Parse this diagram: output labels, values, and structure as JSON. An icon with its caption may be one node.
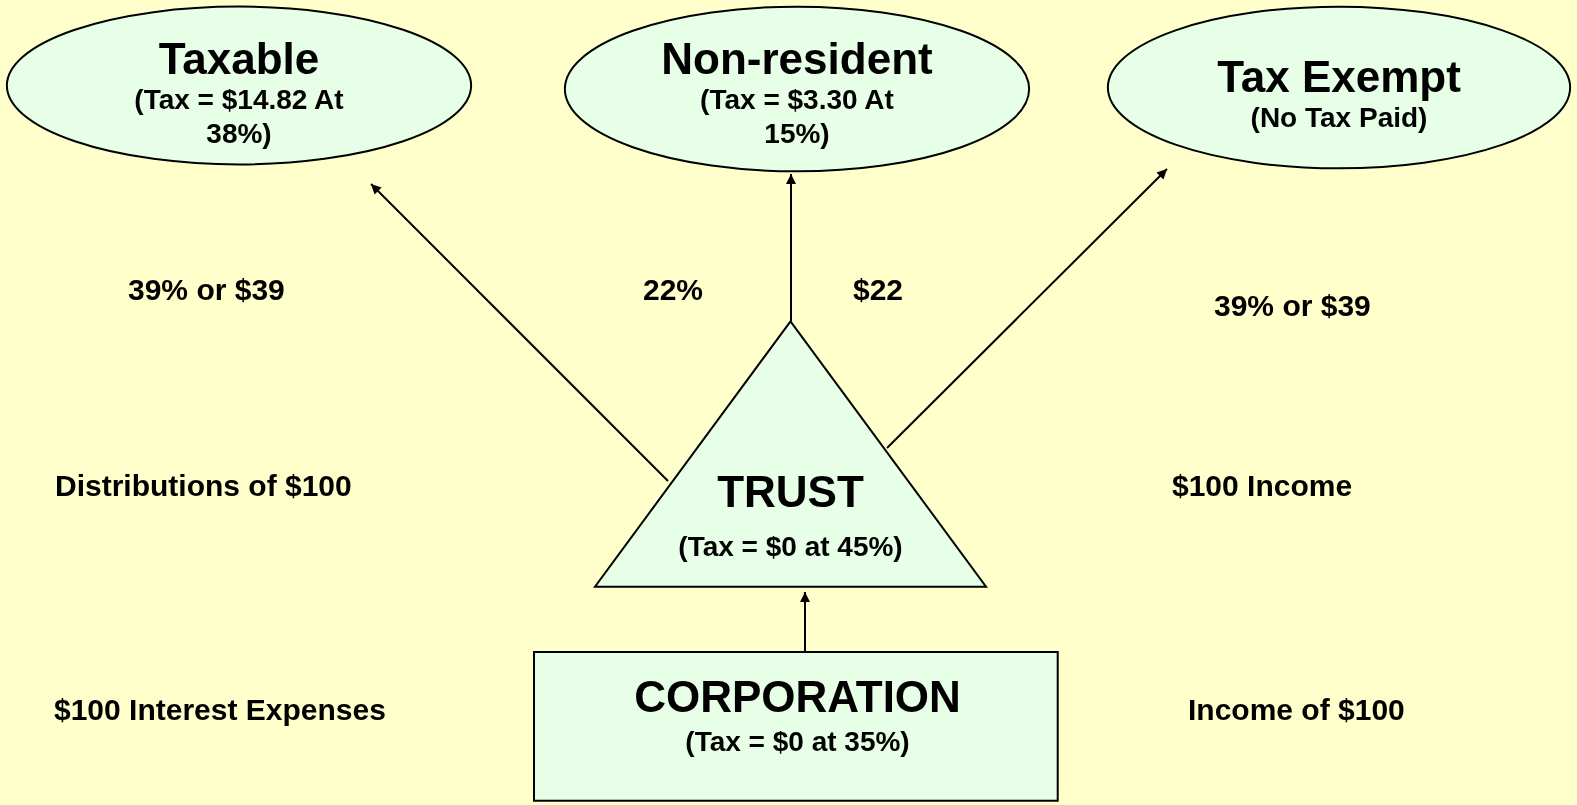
{
  "diagram": {
    "nodes": [
      {
        "text": [
          "Taxable",
          "(Tax = $14.82 At 38%)"
        ]
      },
      {
        "text": [
          "Non-resident",
          "(Tax = $3.30 At 15%)"
        ]
      },
      {
        "text": [
          "Tax Exempt",
          "(No Tax Paid)"
        ]
      },
      {
        "text": [
          "TRUST",
          "(Tax = $0 at 45%)"
        ]
      },
      {
        "text": [
          "CORPORATION",
          "(Tax = $0 at 35%)"
        ]
      }
    ],
    "edges": [
      {
        "from": 3,
        "to": 0,
        "arrow": "to"
      },
      {
        "from": 3,
        "to": 1,
        "arrow": "to"
      },
      {
        "from": 3,
        "to": 2,
        "arrow": "to"
      },
      {
        "from": 4,
        "to": 3,
        "arrow": "to"
      }
    ],
    "labels": [
      "39% or $39",
      "22%",
      "$22",
      "39% or $39",
      "Distributions of $100",
      "$100 Income",
      "$100 Interest Expenses",
      "Income of $100"
    ]
  }
}
